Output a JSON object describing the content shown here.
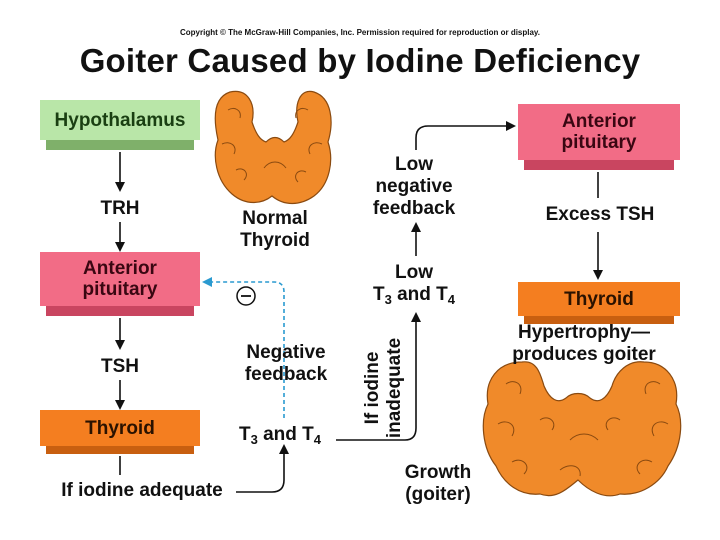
{
  "copyright": "Copyright © The McGraw-Hill Companies, Inc. Permission required for reproduction or display.",
  "title": "Goiter Caused by Iodine Deficiency",
  "left": {
    "hypothalamus": "Hypothalamus",
    "trh": "TRH",
    "anterior_pituitary_line1": "Anterior",
    "anterior_pituitary_line2": "pituitary",
    "tsh": "TSH",
    "thyroid": "Thyroid",
    "iodine_adequate": "If iodine adequate",
    "t3_prefix": "T",
    "t3_sub": "3",
    "t4_mid": " and T",
    "t4_sub": "4",
    "negative_feedback_line1": "Negative",
    "negative_feedback_line2": "feedback",
    "minus_symbol": "−"
  },
  "normal_thyroid": {
    "line1": "Normal",
    "line2": "Thyroid"
  },
  "middle": {
    "iodine_inadequate_line1": "If iodine",
    "iodine_inadequate_line2": "inadequate",
    "low_t_line1": "Low",
    "t3_prefix": "T",
    "t3_sub": "3",
    "t4_mid": " and T",
    "t4_sub": "4",
    "low_feedback_line1": "Low",
    "low_feedback_line2": "negative",
    "low_feedback_line3": "feedback"
  },
  "right": {
    "anterior_pituitary_line1": "Anterior",
    "anterior_pituitary_line2": "pituitary",
    "excess_tsh": "Excess TSH",
    "thyroid": "Thyroid",
    "hypertrophy_line1": "Hypertrophy—",
    "hypertrophy_line2": "produces goiter",
    "growth_line1": "Growth",
    "growth_line2": "(goiter)"
  },
  "colors": {
    "hypothalamus": "#b9e6a8",
    "pituitary": "#f26c86",
    "thyroid_box": "#f47e20",
    "thyroid_gland": "#f08a2a",
    "feedback_arrow": "#2a9ad0"
  }
}
